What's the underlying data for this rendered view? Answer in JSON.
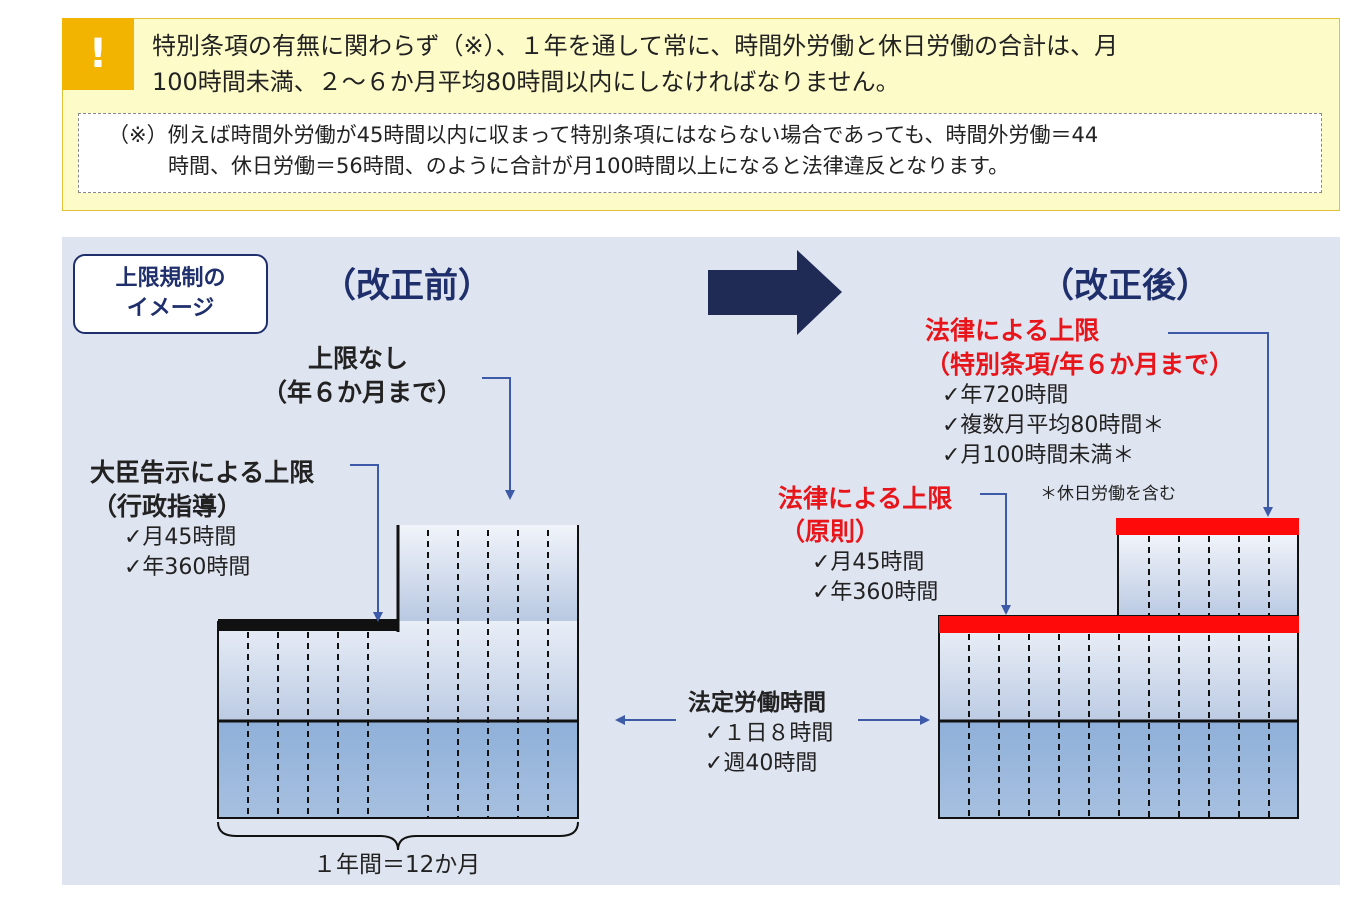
{
  "notice": {
    "icon": "exclamation-icon",
    "mark": "!",
    "main_line1": "特別条項の有無に関わらず（※）、１年を通して常に、時間外労働と休日労働の合計は、月",
    "main_line2": "100時間未満、２～６か月平均80時間以内にしなければなりません。",
    "sub_line1": "（※）例えば時間外労働が45時間以内に収まって特別条項にはならない場合であっても、時間外労働＝44",
    "sub_line2": "時間、休日労働＝56時間、のように合計が月100時間以上になると法律違反となります。"
  },
  "diagram": {
    "badge_line1": "上限規制の",
    "badge_line2": "イメージ",
    "before_title": "（改正前）",
    "after_title": "（改正後）",
    "arrow_icon": "right-arrow-icon",
    "before": {
      "no_limit_line1": "上限なし",
      "no_limit_line2": "（年６か月まで）",
      "minister_line1": "大臣告示による上限",
      "minister_line2": "（行政指導）",
      "minister_item1": "✓月45時間",
      "minister_item2": "✓年360時間",
      "year_label": "１年間＝12か月"
    },
    "after": {
      "law_special_line1": "法律による上限",
      "law_special_line2": "（特別条項/年６か月まで）",
      "law_special_item1": "✓年720時間",
      "law_special_item2": "✓複数月平均80時間＊",
      "law_special_item3": "✓月100時間未満＊",
      "law_special_note": "＊休日労働を含む",
      "law_principle_line1": "法律による上限",
      "law_principle_line2": "（原則）",
      "law_principle_item1": "✓月45時間",
      "law_principle_item2": "✓年360時間"
    },
    "legal": {
      "title": "法定労働時間",
      "item1": "✓１日８時間",
      "item2": "✓週40時間"
    }
  },
  "colors": {
    "navy": "#1f2f6b",
    "red": "#e8151b",
    "panel": "#dfe4f1",
    "notice_bg": "#fdfbc8",
    "notice_mark": "#f2b400"
  }
}
